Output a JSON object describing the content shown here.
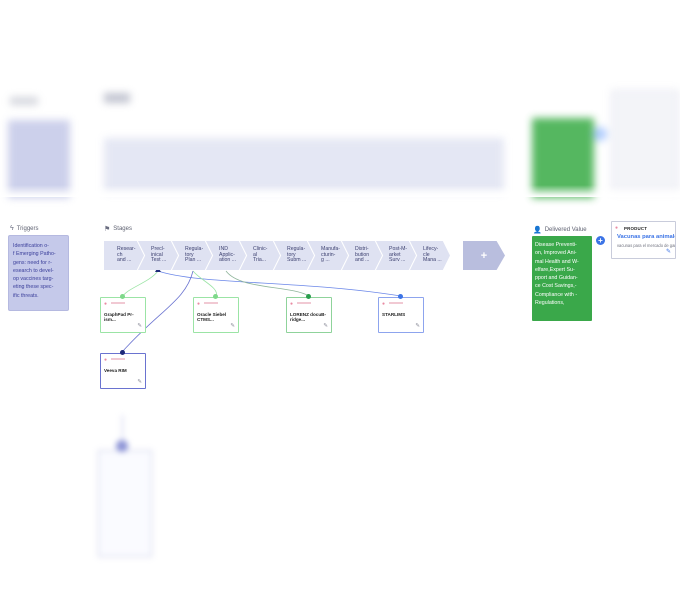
{
  "triggers": {
    "title": "Triggers",
    "text": "Identification of Emerging Pathogens: need for research to develop vaccines targeting these specific threats.",
    "lines": [
      "Identification o-",
      "f Emerging Patho-",
      "gens: need for r-",
      "esearch to devel-",
      "op vaccines targ-",
      "eting these spec-",
      "ific threats."
    ]
  },
  "stages": {
    "title": "Stages",
    "items": [
      {
        "lines": [
          "Resear-",
          "ch",
          "and ..."
        ]
      },
      {
        "lines": [
          "Precl-",
          "inical",
          "Test ..."
        ]
      },
      {
        "lines": [
          "Regula-",
          "tory",
          "Plan ..."
        ]
      },
      {
        "lines": [
          "IND",
          "Applic-",
          "ation ..."
        ]
      },
      {
        "lines": [
          "Clinic-",
          "al",
          "Tria..."
        ]
      },
      {
        "lines": [
          "Regula-",
          "tory",
          "Subm ..."
        ]
      },
      {
        "lines": [
          "Manufa-",
          "cturin-",
          "g ..."
        ]
      },
      {
        "lines": [
          "Distri-",
          "bution",
          "and ..."
        ]
      },
      {
        "lines": [
          "Post-M-",
          "arket",
          "Surv ..."
        ]
      },
      {
        "lines": [
          "Lifecy-",
          "cle",
          "Mana ..."
        ]
      }
    ],
    "add_label": "+"
  },
  "systems": [
    {
      "name": [
        "GraphPad Pr-",
        "ism..."
      ],
      "small_label": "System",
      "color": "#7ed98a"
    },
    {
      "name": [
        "Oracle Siebel CTMS..."
      ],
      "small_label": "System",
      "color": "#7ed98a"
    },
    {
      "name": [
        "LORENZ docuB-",
        "ridge..."
      ],
      "small_label": "System",
      "color": "#2a9e4d"
    },
    {
      "name": [
        "STARLIMS"
      ],
      "small_label": "System",
      "color": "#3c74e6"
    },
    {
      "name": [
        "Veeva RIM"
      ],
      "small_label": "System",
      "color": "#1e2a7a"
    }
  ],
  "delivered_value": {
    "title": "Delivered Value",
    "lines": [
      "Disease Preventi-",
      "on, Improved Ani-",
      "mal Health and W-",
      "elfare,Expert Su-",
      "pport and Guidan-",
      "ce Cost Savings,-",
      "Compliance with -",
      "Regulations,"
    ]
  },
  "product": {
    "label": "PRODUCT",
    "title": "Vacunas para animales",
    "subtitle": "vacunas para el mercado de ganado"
  },
  "colors": {
    "trigger_bg": "#c5c9ea",
    "delivered_bg": "#3aa84a",
    "stage_bg": "#dfe2f2",
    "accent": "#3c74e6"
  }
}
